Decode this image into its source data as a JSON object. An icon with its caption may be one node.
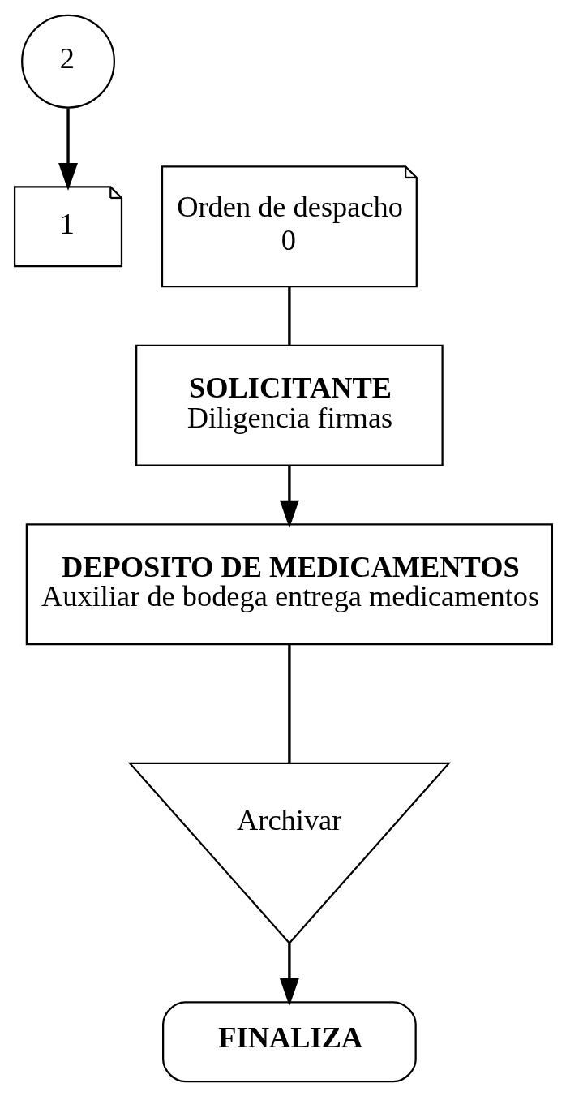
{
  "diagram": {
    "nodes": [
      {
        "text": [
          "2"
        ]
      },
      {
        "text": [
          "1"
        ]
      },
      {
        "text": [
          "Orden de despacho",
          "0"
        ]
      },
      {
        "text": [
          "SOLICITANTE",
          "Diligencia firmas"
        ]
      },
      {
        "text": [
          "DEPOSITO DE MEDICAMENTOS",
          "Auxiliar de bodega entrega medicamentos"
        ]
      },
      {
        "text": [
          "Archivar"
        ]
      },
      {
        "text": [
          "FINALIZA"
        ]
      }
    ],
    "edges": [
      {
        "from": 0,
        "to": 1,
        "arrow": "to"
      },
      {
        "from": 2,
        "to": 3,
        "arrow": "none"
      },
      {
        "from": 3,
        "to": 4,
        "arrow": "to"
      },
      {
        "from": 4,
        "to": 5,
        "arrow": "none"
      },
      {
        "from": 5,
        "to": 6,
        "arrow": "to"
      }
    ]
  }
}
